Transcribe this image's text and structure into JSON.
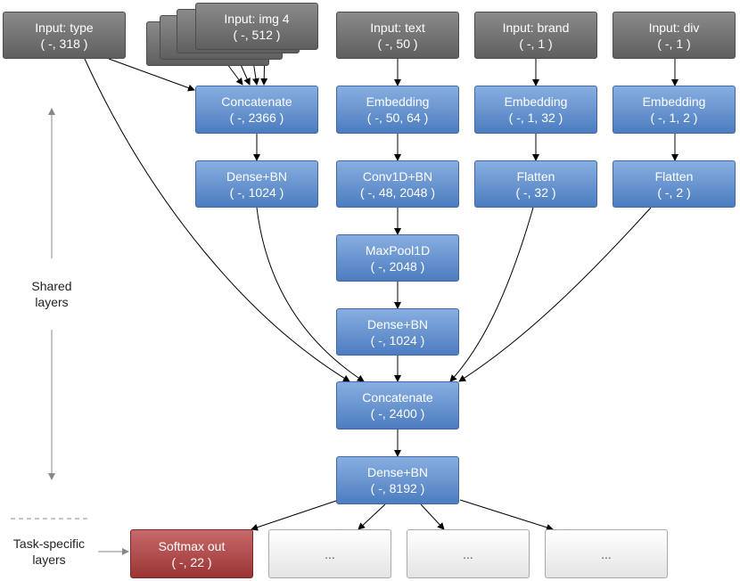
{
  "nodes": {
    "input_type": {
      "name": "Input: type",
      "shape": "( -, 318 )"
    },
    "input_img": {
      "name": "Input: img 4",
      "shape": "( -, 512 )"
    },
    "input_text": {
      "name": "Input: text",
      "shape": "( -, 50 )"
    },
    "input_brand": {
      "name": "Input: brand",
      "shape": "( -, 1 )"
    },
    "input_div": {
      "name": "Input: div",
      "shape": "( -, 1 )"
    },
    "concat_1": {
      "name": "Concatenate",
      "shape": "( -, 2366 )"
    },
    "emb_text": {
      "name": "Embedding",
      "shape": "( -, 50, 64 )"
    },
    "emb_brand": {
      "name": "Embedding",
      "shape": "( -, 1, 32 )"
    },
    "emb_div": {
      "name": "Embedding",
      "shape": "( -, 1, 2 )"
    },
    "dense_img": {
      "name": "Dense+BN",
      "shape": "( -, 1024 )"
    },
    "conv_text": {
      "name": "Conv1D+BN",
      "shape": "( -, 48, 2048 )"
    },
    "flat_brand": {
      "name": "Flatten",
      "shape": "( -, 32 )"
    },
    "flat_div": {
      "name": "Flatten",
      "shape": "( -, 2 )"
    },
    "maxpool": {
      "name": "MaxPool1D",
      "shape": "( -, 2048 )"
    },
    "dense_text": {
      "name": "Dense+BN",
      "shape": "( -, 1024 )"
    },
    "concat_2": {
      "name": "Concatenate",
      "shape": "( -, 2400 )"
    },
    "dense_shared": {
      "name": "Dense+BN",
      "shape": "( -, 8192 )"
    },
    "softmax_out": {
      "name": "Softmax out",
      "shape": "( -, 22 )"
    },
    "task_2": {
      "label": "..."
    },
    "task_3": {
      "label": "..."
    },
    "task_4": {
      "label": "..."
    }
  },
  "side_labels": {
    "shared": [
      "Shared",
      "layers"
    ],
    "task_specific": [
      "Task-specific",
      "layers"
    ]
  },
  "colors": {
    "input": "#6e6e6e",
    "layer": "#5b8acb",
    "output": "#ad4646",
    "placeholder": "#f0f0f0"
  }
}
